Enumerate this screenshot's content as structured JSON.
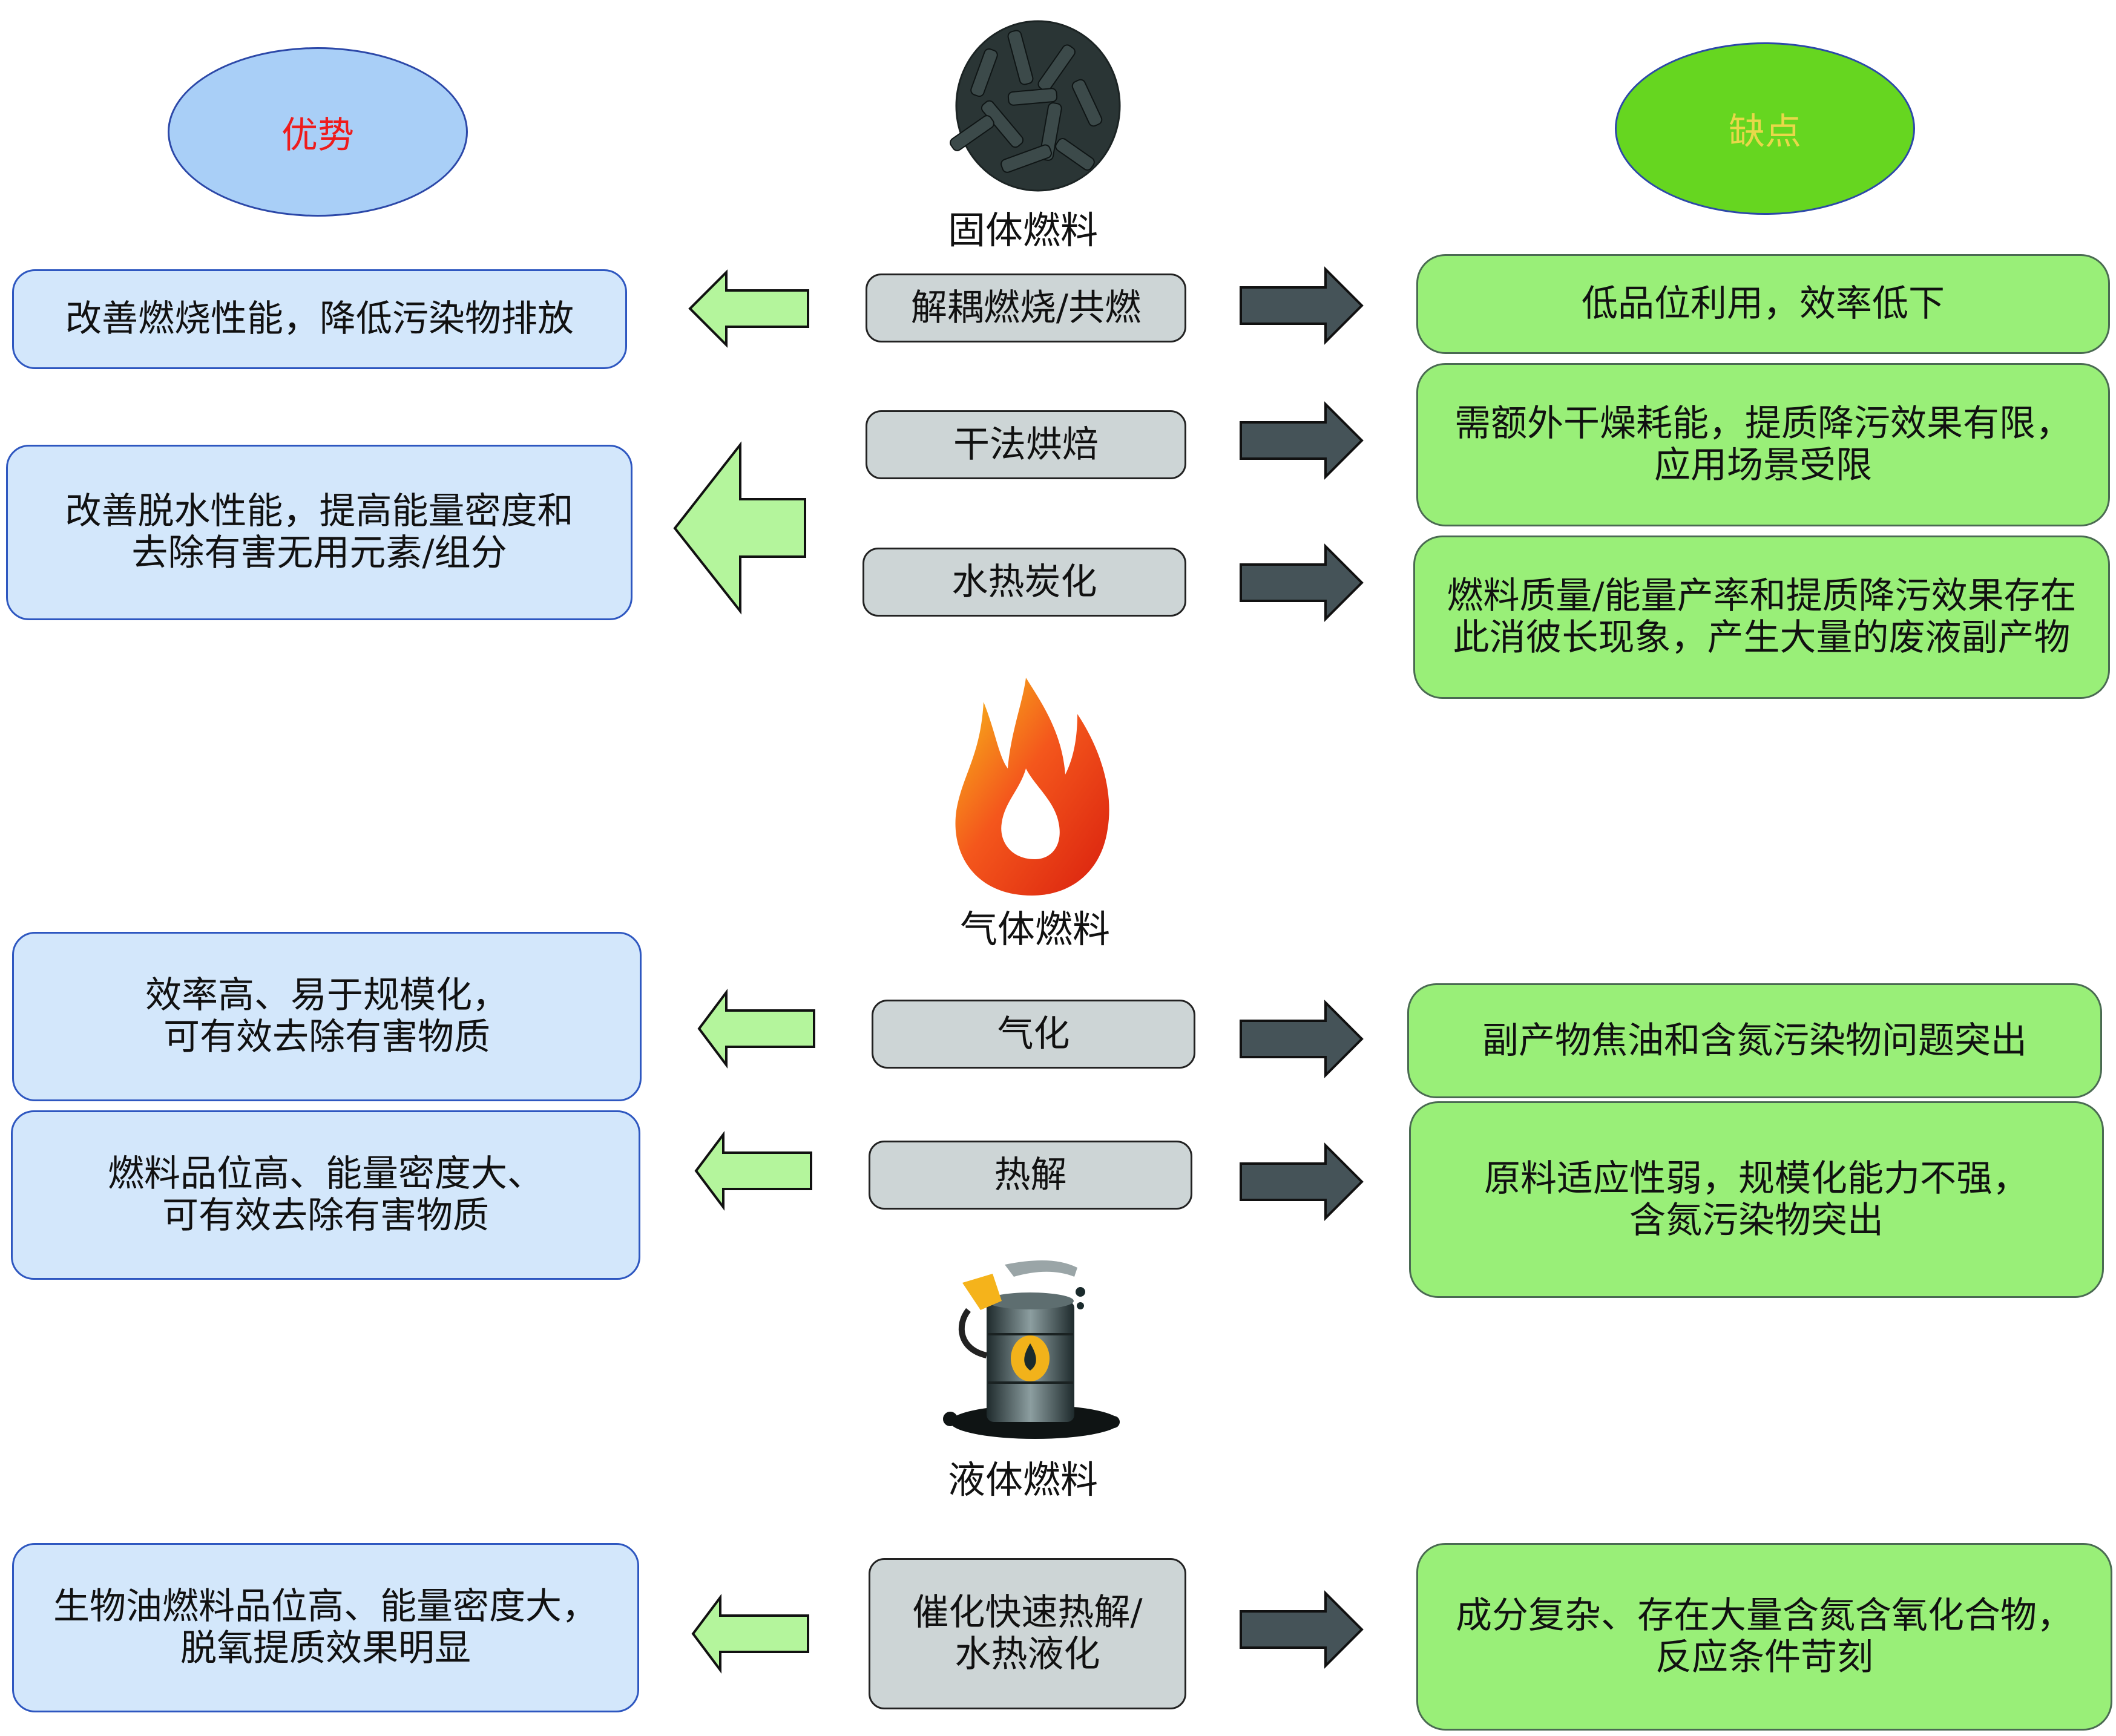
{
  "headers": {
    "advantages": "优势",
    "disadvantages": "缺点"
  },
  "colors": {
    "advantage_box": "#d3e7fb",
    "disadvantage_box": "#99ef78",
    "process_box": "#cdd5d6",
    "left_arrow": "#b4f59c",
    "right_arrow": "#455358",
    "advantage_title": "#ee1c1c",
    "disadvantage_title": "#e8d84a"
  },
  "sections": [
    {
      "fuel_type": "固体燃料",
      "icon": "biochar-pellets-icon",
      "rows": [
        {
          "process": "解耦燃烧/共燃",
          "advantage": "改善燃烧性能，降低污染物排放",
          "disadvantage": "低品位利用，效率低下"
        },
        {
          "process": "干法烘焙",
          "advantage": "改善脱水性能，提高能量密度和\n去除有害无用元素/组分",
          "disadvantage": "需额外干燥耗能，提质降污效果有限，\n应用场景受限"
        },
        {
          "process": "水热炭化",
          "advantage": "",
          "disadvantage": "燃料质量/能量产率和提质降污效果存在\n此消彼长现象，产生大量的废液副产物"
        }
      ]
    },
    {
      "fuel_type": "气体燃料",
      "icon": "flame-icon",
      "rows": [
        {
          "process": "气化",
          "advantage": "效率高、易于规模化，\n可有效去除有害物质",
          "disadvantage": "副产物焦油和含氮污染物问题突出"
        },
        {
          "process": "热解",
          "advantage": "燃料品位高、能量密度大、\n可有效去除有害物质",
          "disadvantage": "原料适应性弱，规模化能力不强，\n含氮污染物突出"
        }
      ]
    },
    {
      "fuel_type": "液体燃料",
      "icon": "oil-barrel-icon",
      "rows": [
        {
          "process": "催化快速热解/\n水热液化",
          "advantage": "生物油燃料品位高、能量密度大，\n脱氧提质效果明显",
          "disadvantage": "成分复杂、存在大量含氮含氧化合物，\n反应条件苛刻"
        }
      ]
    }
  ]
}
